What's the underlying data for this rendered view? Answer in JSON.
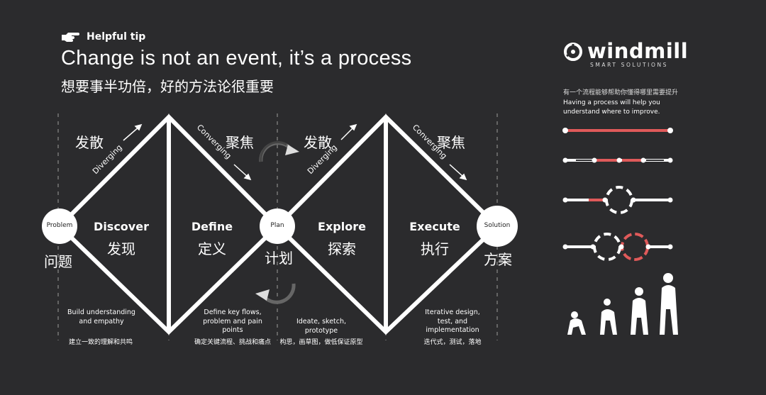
{
  "header": {
    "tip_label": "Helpful tip",
    "title": "Change is not an event, it’s a process",
    "subtitle": "想要事半功倍，好的方法论很重要"
  },
  "brand": {
    "name": "windmill",
    "tagline": "SMART SOLUTIONS"
  },
  "side": {
    "caption_cn": "有一个流程能够帮助你懂得哪里需要提升",
    "caption_en": "Having a process will help you understand where to improve."
  },
  "nodes": {
    "problem": {
      "label": "Problem",
      "cn": "问题"
    },
    "plan": {
      "label": "Plan",
      "cn": "计划"
    },
    "solution": {
      "label": "Solution",
      "cn": "方案"
    }
  },
  "diamonds": [
    {
      "diverge_cn": "发散",
      "diverge_en": "Diverging",
      "converge_cn": "聚焦",
      "converge_en": "Converging"
    },
    {
      "diverge_cn": "发散",
      "diverge_en": "Diverging",
      "converge_cn": "聚焦",
      "converge_en": "Converging"
    }
  ],
  "phases": [
    {
      "name": "Discover",
      "cn": "发现",
      "note": "Build understanding and empathy",
      "note_cn": "建立一致的理解和共鸣"
    },
    {
      "name": "Define",
      "cn": "定义",
      "note": "Define key flows, problem and pain points",
      "note_cn": "确定关键流程、挑战和痛点"
    },
    {
      "name": "Explore",
      "cn": "探索",
      "note": "Ideate, sketch, prototype",
      "note_cn": "构思，画草图，做低保证原型"
    },
    {
      "name": "Execute",
      "cn": "执行",
      "note": "Iterative design, test, and implementation",
      "note_cn": "迭代式，测试，落地"
    }
  ],
  "colors": {
    "background": "#2b2b2d",
    "accent": "#e05a5a",
    "line": "#ffffff"
  },
  "icons": [
    "pointing-hand-icon",
    "windmill-logo-icon",
    "cycle-arrow-icon",
    "evolution-figures-icon"
  ]
}
